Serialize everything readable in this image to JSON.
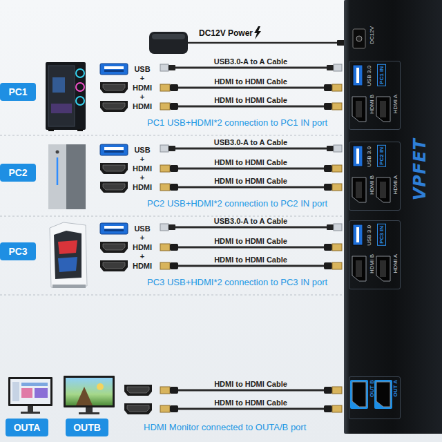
{
  "diagram": {
    "nodes": [
      {
        "text": [
          "PC1"
        ]
      },
      {
        "text": [
          "PC2"
        ]
      },
      {
        "text": [
          "PC3"
        ]
      },
      {
        "text": [
          "OUTA"
        ]
      },
      {
        "text": [
          "OUTB"
        ]
      },
      {
        "text": [
          "VPFET"
        ]
      },
      {
        "text": [
          "PC1 IN",
          "USB 3.0",
          "HDMI A",
          "HDMI B"
        ],
        "in": 5
      },
      {
        "text": [
          "PC2 IN",
          "USB 3.0",
          "HDMI A",
          "HDMI B"
        ],
        "in": 5
      },
      {
        "text": [
          "PC3 IN",
          "USB 3.0",
          "HDMI A",
          "HDMI B"
        ],
        "in": 5
      },
      {
        "text": [
          "OUT A",
          "OUT B"
        ],
        "in": 5
      }
    ],
    "labels": [
      "DC12V Power",
      "USB3.0-A to A Cable",
      "HDMI to HDMI Cable",
      "HDMI to HDMI Cable",
      "USB",
      "+",
      "HDMI",
      "+",
      "HDMI",
      "PC1 USB+HDMI*2 connection to PC1 IN port",
      "USB3.0-A to A Cable",
      "HDMI to HDMI Cable",
      "HDMI to HDMI Cable",
      "USB",
      "+",
      "HDMI",
      "+",
      "HDMI",
      "PC2 USB+HDMI*2 connection to PC2 IN port",
      "USB3.0-A to A Cable",
      "HDMI to HDMI Cable",
      "HDMI to HDMI Cable",
      "USB",
      "+",
      "HDMI",
      "+",
      "HDMI",
      "PC3 USB+HDMI*2 connection to PC3 IN port",
      "HDMI to HDMI Cable",
      "HDMI to HDMI Cable",
      "HDMI Monitor connected to OUTA/B port",
      "DC12V"
    ]
  }
}
